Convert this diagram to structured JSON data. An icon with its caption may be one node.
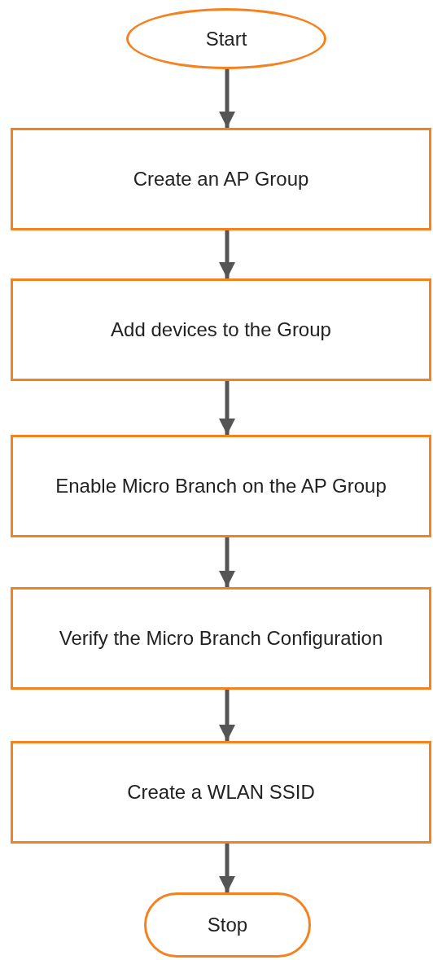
{
  "diagram": {
    "nodes": [
      {
        "text": [
          "Start"
        ]
      },
      {
        "text": [
          "Create an AP Group"
        ]
      },
      {
        "text": [
          "Add devices to the Group"
        ]
      },
      {
        "text": [
          "Enable Micro Branch on the AP Group"
        ]
      },
      {
        "text": [
          "Verify the Micro Branch Configuration"
        ]
      },
      {
        "text": [
          "Create a WLAN SSID"
        ]
      },
      {
        "text": [
          "Stop"
        ]
      }
    ],
    "edges": [
      {
        "from": 0,
        "to": 1,
        "arrow": "to"
      },
      {
        "from": 1,
        "to": 2,
        "arrow": "to"
      },
      {
        "from": 2,
        "to": 3,
        "arrow": "to"
      },
      {
        "from": 3,
        "to": 4,
        "arrow": "to"
      },
      {
        "from": 4,
        "to": 5,
        "arrow": "to"
      },
      {
        "from": 5,
        "to": 6,
        "arrow": "to"
      }
    ]
  }
}
